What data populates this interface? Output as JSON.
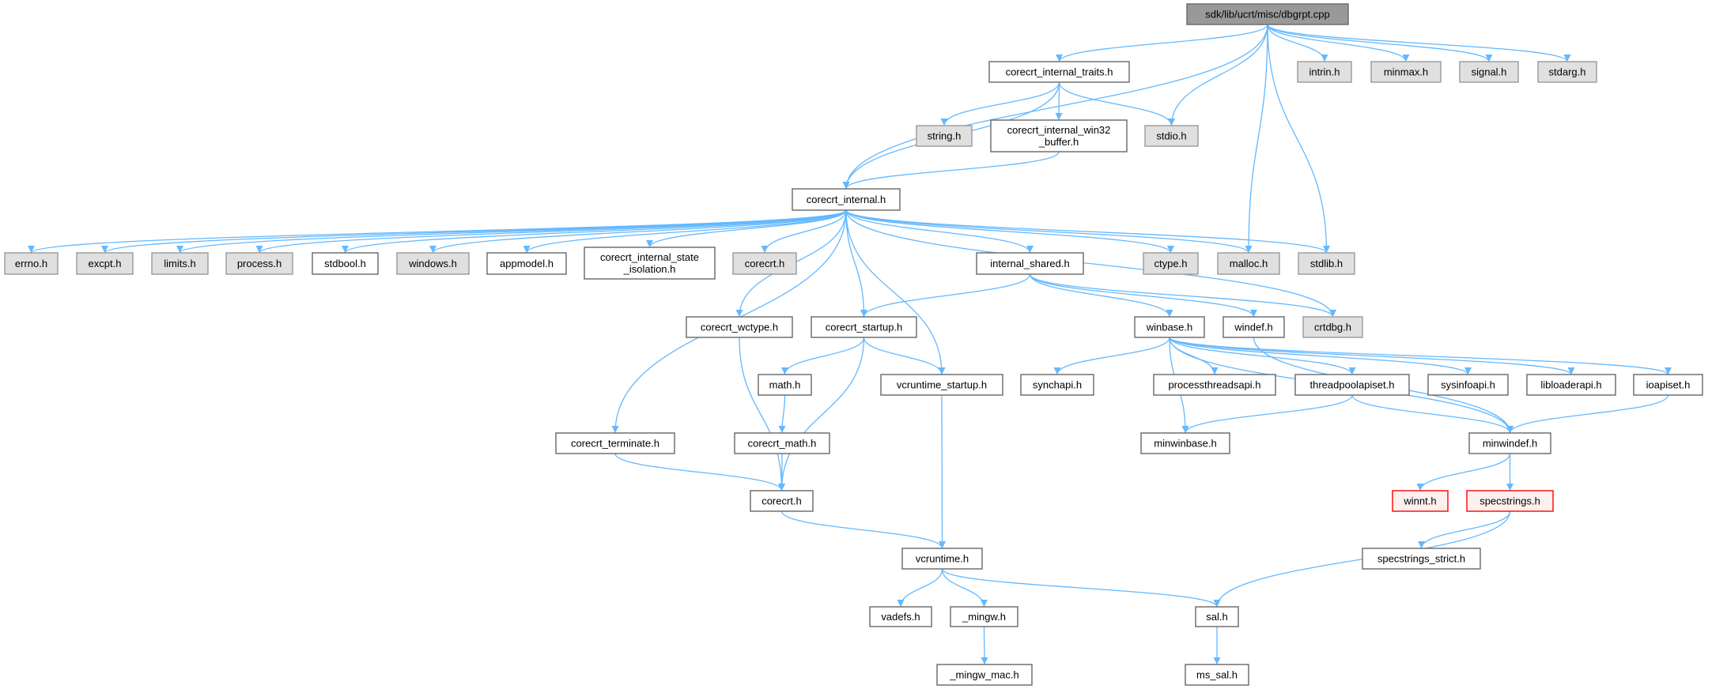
{
  "graph": {
    "title": "sdk/lib/ucrt/misc/dbgrpt.cpp",
    "colors": {
      "edge": "#63b8ff",
      "root_fill": "#999999",
      "undocumented_fill": "#e0e0e0",
      "documented_fill": "#ffffff",
      "truncated_border": "#ff0000",
      "truncated_fill": "#fff0f0"
    },
    "nodes": {
      "root": {
        "label": [
          "sdk/lib/ucrt/misc/dbgrpt.cpp"
        ],
        "kind": "root"
      },
      "traits": {
        "label": [
          "corecrt_internal_traits.h"
        ],
        "kind": "doc"
      },
      "intrin": {
        "label": [
          "intrin.h"
        ],
        "kind": "nodoc"
      },
      "minmax": {
        "label": [
          "minmax.h"
        ],
        "kind": "nodoc"
      },
      "signal": {
        "label": [
          "signal.h"
        ],
        "kind": "nodoc"
      },
      "stdarg": {
        "label": [
          "stdarg.h"
        ],
        "kind": "nodoc"
      },
      "string": {
        "label": [
          "string.h"
        ],
        "kind": "nodoc"
      },
      "w32buf": {
        "label": [
          "corecrt_internal_win32",
          "_buffer.h"
        ],
        "kind": "doc"
      },
      "stdio": {
        "label": [
          "stdio.h"
        ],
        "kind": "nodoc"
      },
      "internal": {
        "label": [
          "corecrt_internal.h"
        ],
        "kind": "doc"
      },
      "errno": {
        "label": [
          "errno.h"
        ],
        "kind": "nodoc"
      },
      "excpt": {
        "label": [
          "excpt.h"
        ],
        "kind": "nodoc"
      },
      "limits": {
        "label": [
          "limits.h"
        ],
        "kind": "nodoc"
      },
      "process": {
        "label": [
          "process.h"
        ],
        "kind": "nodoc"
      },
      "stdbool": {
        "label": [
          "stdbool.h"
        ],
        "kind": "doc"
      },
      "windows": {
        "label": [
          "windows.h"
        ],
        "kind": "nodoc"
      },
      "appmodel": {
        "label": [
          "appmodel.h"
        ],
        "kind": "doc"
      },
      "isolation": {
        "label": [
          "corecrt_internal_state",
          "_isolation.h"
        ],
        "kind": "doc"
      },
      "corecrt_g": {
        "label": [
          "corecrt.h"
        ],
        "kind": "nodoc"
      },
      "ishared": {
        "label": [
          "internal_shared.h"
        ],
        "kind": "doc"
      },
      "ctype": {
        "label": [
          "ctype.h"
        ],
        "kind": "nodoc"
      },
      "malloc": {
        "label": [
          "malloc.h"
        ],
        "kind": "nodoc"
      },
      "stdlib": {
        "label": [
          "stdlib.h"
        ],
        "kind": "nodoc"
      },
      "wctype": {
        "label": [
          "corecrt_wctype.h"
        ],
        "kind": "doc"
      },
      "startup": {
        "label": [
          "corecrt_startup.h"
        ],
        "kind": "doc"
      },
      "winbase": {
        "label": [
          "winbase.h"
        ],
        "kind": "doc"
      },
      "windef": {
        "label": [
          "windef.h"
        ],
        "kind": "doc"
      },
      "crtdbg": {
        "label": [
          "crtdbg.h"
        ],
        "kind": "nodoc"
      },
      "math": {
        "label": [
          "math.h"
        ],
        "kind": "doc"
      },
      "vstartup": {
        "label": [
          "vcruntime_startup.h"
        ],
        "kind": "doc"
      },
      "synchapi": {
        "label": [
          "synchapi.h"
        ],
        "kind": "doc"
      },
      "procthreads": {
        "label": [
          "processthreadsapi.h"
        ],
        "kind": "doc"
      },
      "threadpool": {
        "label": [
          "threadpoolapiset.h"
        ],
        "kind": "doc"
      },
      "sysinfo": {
        "label": [
          "sysinfoapi.h"
        ],
        "kind": "doc"
      },
      "libloader": {
        "label": [
          "libloaderapi.h"
        ],
        "kind": "doc"
      },
      "ioapiset": {
        "label": [
          "ioapiset.h"
        ],
        "kind": "doc"
      },
      "terminate": {
        "label": [
          "corecrt_terminate.h"
        ],
        "kind": "doc"
      },
      "cmath": {
        "label": [
          "corecrt_math.h"
        ],
        "kind": "doc"
      },
      "minwinbase": {
        "label": [
          "minwinbase.h"
        ],
        "kind": "doc"
      },
      "minwindef": {
        "label": [
          "minwindef.h"
        ],
        "kind": "doc"
      },
      "corecrt_w": {
        "label": [
          "corecrt.h"
        ],
        "kind": "doc"
      },
      "winnt": {
        "label": [
          "winnt.h"
        ],
        "kind": "truncated"
      },
      "specstrings": {
        "label": [
          "specstrings.h"
        ],
        "kind": "truncated"
      },
      "vcruntime": {
        "label": [
          "vcruntime.h"
        ],
        "kind": "doc"
      },
      "sstrict": {
        "label": [
          "specstrings_strict.h"
        ],
        "kind": "doc"
      },
      "vadefs": {
        "label": [
          "vadefs.h"
        ],
        "kind": "doc"
      },
      "mingw": {
        "label": [
          "_mingw.h"
        ],
        "kind": "doc"
      },
      "sal": {
        "label": [
          "sal.h"
        ],
        "kind": "doc"
      },
      "mingw_mac": {
        "label": [
          "_mingw_mac.h"
        ],
        "kind": "doc"
      },
      "ms_sal": {
        "label": [
          "ms_sal.h"
        ],
        "kind": "doc"
      }
    },
    "edges": [
      [
        "root",
        "internal"
      ],
      [
        "root",
        "traits"
      ],
      [
        "root",
        "stdio"
      ],
      [
        "root",
        "malloc"
      ],
      [
        "root",
        "stdlib"
      ],
      [
        "root",
        "intrin"
      ],
      [
        "root",
        "minmax"
      ],
      [
        "root",
        "signal"
      ],
      [
        "root",
        "stdarg"
      ],
      [
        "traits",
        "internal"
      ],
      [
        "traits",
        "string"
      ],
      [
        "traits",
        "w32buf"
      ],
      [
        "traits",
        "stdio"
      ],
      [
        "w32buf",
        "internal"
      ],
      [
        "internal",
        "errno"
      ],
      [
        "internal",
        "excpt"
      ],
      [
        "internal",
        "limits"
      ],
      [
        "internal",
        "process"
      ],
      [
        "internal",
        "stdbool"
      ],
      [
        "internal",
        "windows"
      ],
      [
        "internal",
        "appmodel"
      ],
      [
        "internal",
        "isolation"
      ],
      [
        "internal",
        "corecrt_g"
      ],
      [
        "internal",
        "terminate"
      ],
      [
        "internal",
        "wctype"
      ],
      [
        "internal",
        "startup"
      ],
      [
        "internal",
        "vstartup"
      ],
      [
        "internal",
        "ishared"
      ],
      [
        "internal",
        "ctype"
      ],
      [
        "internal",
        "malloc"
      ],
      [
        "internal",
        "stdlib"
      ],
      [
        "internal",
        "crtdbg"
      ],
      [
        "ishared",
        "startup"
      ],
      [
        "ishared",
        "winbase"
      ],
      [
        "ishared",
        "windef"
      ],
      [
        "ishared",
        "crtdbg"
      ],
      [
        "wctype",
        "corecrt_w"
      ],
      [
        "startup",
        "math"
      ],
      [
        "startup",
        "vstartup"
      ],
      [
        "startup",
        "corecrt_w"
      ],
      [
        "math",
        "cmath"
      ],
      [
        "cmath",
        "corecrt_w"
      ],
      [
        "terminate",
        "corecrt_w"
      ],
      [
        "corecrt_w",
        "vcruntime"
      ],
      [
        "vstartup",
        "vcruntime"
      ],
      [
        "winbase",
        "synchapi"
      ],
      [
        "winbase",
        "procthreads"
      ],
      [
        "winbase",
        "threadpool"
      ],
      [
        "winbase",
        "sysinfo"
      ],
      [
        "winbase",
        "libloader"
      ],
      [
        "winbase",
        "ioapiset"
      ],
      [
        "winbase",
        "minwinbase"
      ],
      [
        "winbase",
        "minwindef"
      ],
      [
        "windef",
        "minwindef"
      ],
      [
        "threadpool",
        "minwinbase"
      ],
      [
        "threadpool",
        "minwindef"
      ],
      [
        "ioapiset",
        "minwindef"
      ],
      [
        "minwindef",
        "winnt"
      ],
      [
        "minwindef",
        "specstrings"
      ],
      [
        "specstrings",
        "sstrict"
      ],
      [
        "specstrings",
        "sal"
      ],
      [
        "vcruntime",
        "vadefs"
      ],
      [
        "vcruntime",
        "mingw"
      ],
      [
        "vcruntime",
        "sal"
      ],
      [
        "mingw",
        "mingw_mac"
      ],
      [
        "sal",
        "ms_sal"
      ]
    ]
  }
}
